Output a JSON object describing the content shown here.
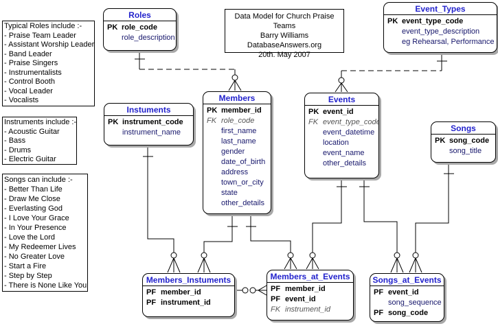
{
  "diagram_title": {
    "lines": [
      "Data Model for Church Praise Teams",
      "Barry Williams",
      "DatabaseAnswers.org",
      "20th. May 2007"
    ]
  },
  "notes": {
    "typical_roles": {
      "lines": [
        "Typical Roles include :-",
        "- Praise Team Leader",
        "- Assistant Worship Leader",
        "- Band Leader",
        "- Praise Singers",
        "- Instrumentalists",
        "- Control Booth",
        "- Vocal Leader",
        "- Vocalists"
      ]
    },
    "instruments_include": {
      "lines": [
        "Instruments include :-",
        "- Acoustic Guitar",
        "- Bass",
        "- Drums",
        "- Electric Guitar"
      ]
    },
    "songs_can_include": {
      "lines": [
        "Songs can include :-",
        "- Better Than Life",
        "- Draw Me Close",
        "- Everlasting God",
        "- I Love Your Grace",
        "- In Your Presence",
        "- Love the Lord",
        "- My Redeemer Lives",
        "- No Greater Love",
        "- Start a Fire",
        "- Step by Step",
        "- There is None Like You"
      ]
    }
  },
  "entities": {
    "roles": {
      "name": "Roles",
      "rows": [
        {
          "key": "PK",
          "text": "role_code",
          "style": "pk"
        },
        {
          "key": "",
          "text": "role_description",
          "style": "n"
        }
      ]
    },
    "event_types": {
      "name": "Event_Types",
      "rows": [
        {
          "key": "PK",
          "text": "event_type_code",
          "style": "pk"
        },
        {
          "key": "",
          "text": "event_type_description",
          "style": "n"
        },
        {
          "key": "",
          "text": "eg Rehearsal, Performance",
          "style": "n"
        }
      ]
    },
    "instuments": {
      "name": "Instuments",
      "rows": [
        {
          "key": "PK",
          "text": "instrument_code",
          "style": "pk"
        },
        {
          "key": "",
          "text": "instrument_name",
          "style": "n"
        }
      ]
    },
    "members": {
      "name": "Members",
      "rows": [
        {
          "key": "PK",
          "text": "member_id",
          "style": "pk"
        },
        {
          "key": "FK",
          "text": "role_code",
          "style": "fk"
        },
        {
          "key": "",
          "text": "first_name",
          "style": "n"
        },
        {
          "key": "",
          "text": "last_name",
          "style": "n"
        },
        {
          "key": "",
          "text": "gender",
          "style": "n"
        },
        {
          "key": "",
          "text": "date_of_birth",
          "style": "n"
        },
        {
          "key": "",
          "text": "address",
          "style": "n"
        },
        {
          "key": "",
          "text": "town_or_city",
          "style": "n"
        },
        {
          "key": "",
          "text": "state",
          "style": "n"
        },
        {
          "key": "",
          "text": "other_details",
          "style": "n"
        }
      ]
    },
    "events": {
      "name": "Events",
      "rows": [
        {
          "key": "PK",
          "text": "event_id",
          "style": "pk"
        },
        {
          "key": "FK",
          "text": "event_type_code",
          "style": "fk"
        },
        {
          "key": "",
          "text": "event_datetime",
          "style": "n"
        },
        {
          "key": "",
          "text": "location",
          "style": "n"
        },
        {
          "key": "",
          "text": "event_name",
          "style": "n"
        },
        {
          "key": "",
          "text": "other_details",
          "style": "n"
        }
      ]
    },
    "songs": {
      "name": "Songs",
      "rows": [
        {
          "key": "PK",
          "text": "song_code",
          "style": "pk"
        },
        {
          "key": "",
          "text": "song_title",
          "style": "n"
        }
      ]
    },
    "members_instuments": {
      "name": "Members_Instuments",
      "rows": [
        {
          "key": "PF",
          "text": "member_id",
          "style": "pf"
        },
        {
          "key": "PF",
          "text": "instrument_id",
          "style": "pf"
        }
      ]
    },
    "members_at_events": {
      "name": "Members_at_Events",
      "rows": [
        {
          "key": "PF",
          "text": "member_id",
          "style": "pf"
        },
        {
          "key": "PF",
          "text": "event_id",
          "style": "pf"
        },
        {
          "key": "FK",
          "text": "instrument_id",
          "style": "fk"
        }
      ]
    },
    "songs_at_events": {
      "name": "Songs_at_Events",
      "rows": [
        {
          "key": "PF",
          "text": "event_id",
          "style": "pf"
        },
        {
          "key": "",
          "text": "song_sequence",
          "style": "n"
        },
        {
          "key": "PF",
          "text": "song_code",
          "style": "pf"
        }
      ]
    }
  },
  "colors": {
    "entity_title": "#2222cc",
    "attribute_text": "#16166b",
    "foreign_key_text": "#555555",
    "primary_key_text": "#000000",
    "line": "#000000"
  }
}
